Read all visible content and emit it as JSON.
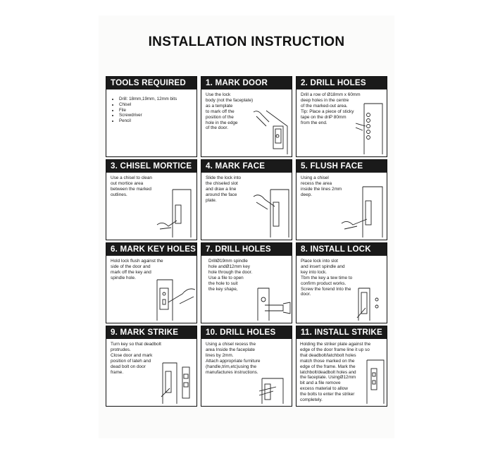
{
  "document": {
    "title": "INSTALLATION INSTRUCTION",
    "steps": [
      {
        "heading": "TOOLS REQUIRED",
        "bullets": [
          "Drill: 18mm,19mm, 12mm bits",
          "Chisel",
          "File",
          "Screwdriver",
          "Pencil"
        ]
      },
      {
        "heading": "1. MARK DOOR",
        "lines": [
          "Use the lock",
          "body (not the faceplate)",
          "as a template",
          "to mark off the",
          "position of the",
          "hole in the edge",
          "of the door."
        ]
      },
      {
        "heading": "2. DRILL HOLES",
        "lines": [
          "Drill a row of Ø18mm x 60mm",
          "deep holes in the centre",
          "of the marked-out area.",
          "Tip: Place a piece of sticky",
          "tape on the driP 80mm",
          "from the end."
        ]
      },
      {
        "heading": "3. CHISEL MORTICE",
        "lines": [
          "Use a chisel to clean",
          "out mortice area",
          "between the marked",
          "outlines."
        ]
      },
      {
        "heading": "4. MARK FACE",
        "lines": [
          "Slide the lock into",
          "the chiseled slot",
          "and draw a line",
          "around the face",
          "plate."
        ]
      },
      {
        "heading": "5. FLUSH FACE",
        "lines": [
          "Using a chisel",
          "recess the area",
          "inside the lines 2mm",
          "deep."
        ]
      },
      {
        "heading": "6. MARK KEY HOLES",
        "lines": [
          "Hold lock flush against the",
          "side of the door and",
          "mark off the key and",
          "spindle hole."
        ]
      },
      {
        "heading": "7. DRILL HOLES",
        "lines": [
          "DrillØ19mm spindle",
          "hole andØ12mm key",
          "hole through the door.",
          "Use a file to open",
          "the hole to suit",
          "the key shape,"
        ]
      },
      {
        "heading": "8. INSTALL LOCK",
        "lines": [
          "Place lock into slot",
          "and insert spindle and",
          "key into lock.",
          "Tbm the key a tew time to",
          "confirm product works.",
          "Screw the forend Into the",
          "door."
        ]
      },
      {
        "heading": "9. MARK STRIKE",
        "lines": [
          "Turn key so that deadbolt",
          "protrudes.",
          "Close door and mark",
          "position of lateh and",
          "dead bolt on door",
          "frame."
        ]
      },
      {
        "heading": "10. DRILL HOLES",
        "lines": [
          "Using a chisel recess the",
          "area Inside the faceplate",
          "lines by 2mm.",
          "Attach appropriate furniture",
          "(handle,trim,etc)using the",
          "manufactures instructions."
        ]
      },
      {
        "heading": "11. INSTALL STRIKE",
        "lines": [
          "Holding the striker plate against the",
          "edge of the door frame line it up so",
          "that deadbolt/latchbolt holes",
          "match those marked on the",
          "edge of the frame. Mark the",
          "latchbolt/deadbolt holes and",
          "the faceplate. UsingØ12mm",
          "bit and a file remove",
          "excess material to allow",
          "the bolts to enter the striker",
          "completely."
        ]
      }
    ]
  }
}
